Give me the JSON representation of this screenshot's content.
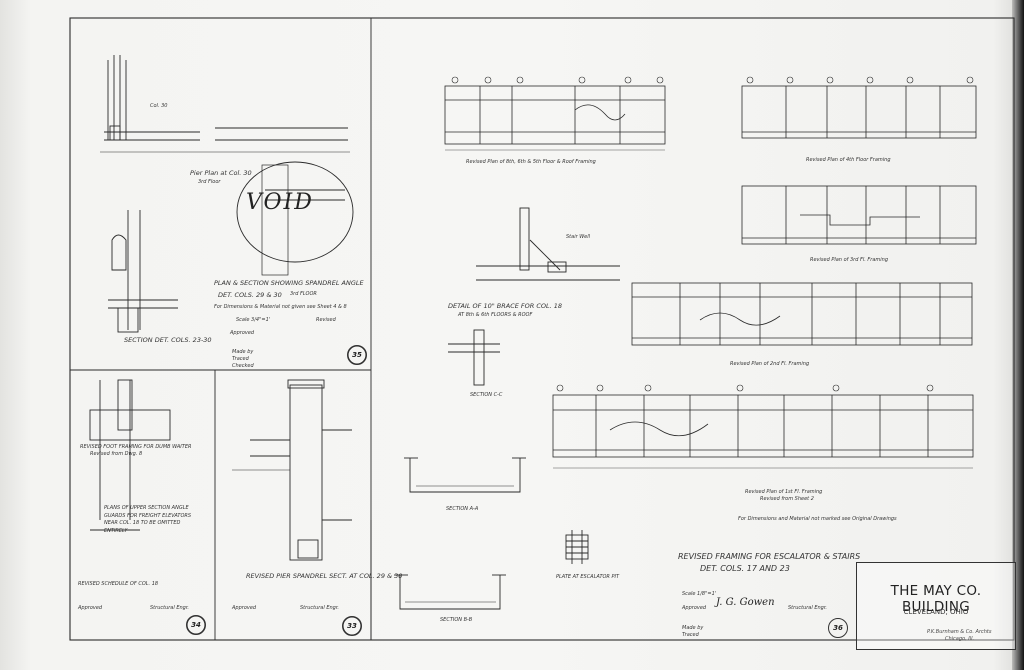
{
  "titleblock": {
    "name": "THE MAY CO. BUILDING",
    "city": "CLEVELAND, OHIO",
    "firm": "P.K.Burnham & Co. Archts",
    "firm_city": "Chicago, Ill."
  },
  "notes": {
    "pier_plan": "Pier Plan at Col. 30",
    "pier_plan_floor": "3rd Floor",
    "col_label": "Col. 30",
    "void": "VOID",
    "plan_section": "PLAN & SECTION SHOWING SPANDREL ANGLE",
    "det_cols": "DET. COLS. 29 & 30",
    "det_cols_floor": "3rd FLOOR",
    "dimensions_note": "For Dimensions & Material not given see Sheet 4 & 8",
    "section_det": "SECTION DET. COLS. 23-30",
    "scale_top": "Scale 3/4\"=1'",
    "approved_top": "Approved",
    "revised_top": "Revised",
    "made_by": "Made by",
    "traced_by": "Traced",
    "checked_by": "Checked",
    "revised_framing_dumbwaiter": "REVISED FOOT FRAMING FOR DUMB WAITER",
    "revised_from": "Revised from Dwg. 8",
    "plans_upper": "PLANS OF UPPER SECTION ANGLE GUARDS FOR FREIGHT ELEVATORS NEAR COL. 18 TO BE OMITTED ENTIRELY",
    "revised_schedule": "REVISED SCHEDULE OF COL. 18",
    "revised_pier": "REVISED PIER SPANDREL SECT. AT COL. 29 & 30",
    "approved_sig": "Approved",
    "structural_engr": "Structural Engr.",
    "revised_plan_8": "Revised Plan of 8th, 6th & 5th Floor & Roof Framing",
    "revised_plan_4th": "Revised Plan of 4th Floor Framing",
    "revised_plan_3rd_a": "Revised Plan of 3rd Fl. Framing",
    "revised_plan_3rd_b": "Revised Plan of 2nd Fl. Framing",
    "revised_plan_1st": "Revised Plan of 1st Fl. Framing",
    "revised_from_sheet": "Revised from Sheet 2",
    "detail_brace": "DETAIL OF 10\" BRACE FOR COL. 18",
    "detail_brace_sub": "AT 8th & 6th FLOORS & ROOF",
    "stair_well": "Stair Well",
    "section_cc": "SECTION C-C",
    "section_aa": "SECTION A-A",
    "section_bb": "SECTION B-B",
    "plate_escalator": "PLATE AT ESCALATOR PIT",
    "dimension_note_main": "For Dimensions and Material not marked see Original Drawings",
    "revised_framing": "REVISED FRAMING FOR ESCALATOR & STAIRS",
    "det_cols_17_23": "DET. COLS. 17 AND 23",
    "scale_main": "Scale 1/8\"=1'",
    "approved_main": "Approved",
    "sig_main": "J. G. Gowen",
    "struct_engr_main": "Structural Engr."
  },
  "sheet_numbers": {
    "s1": "35",
    "s2": "34",
    "s3": "33",
    "s4": "36"
  }
}
